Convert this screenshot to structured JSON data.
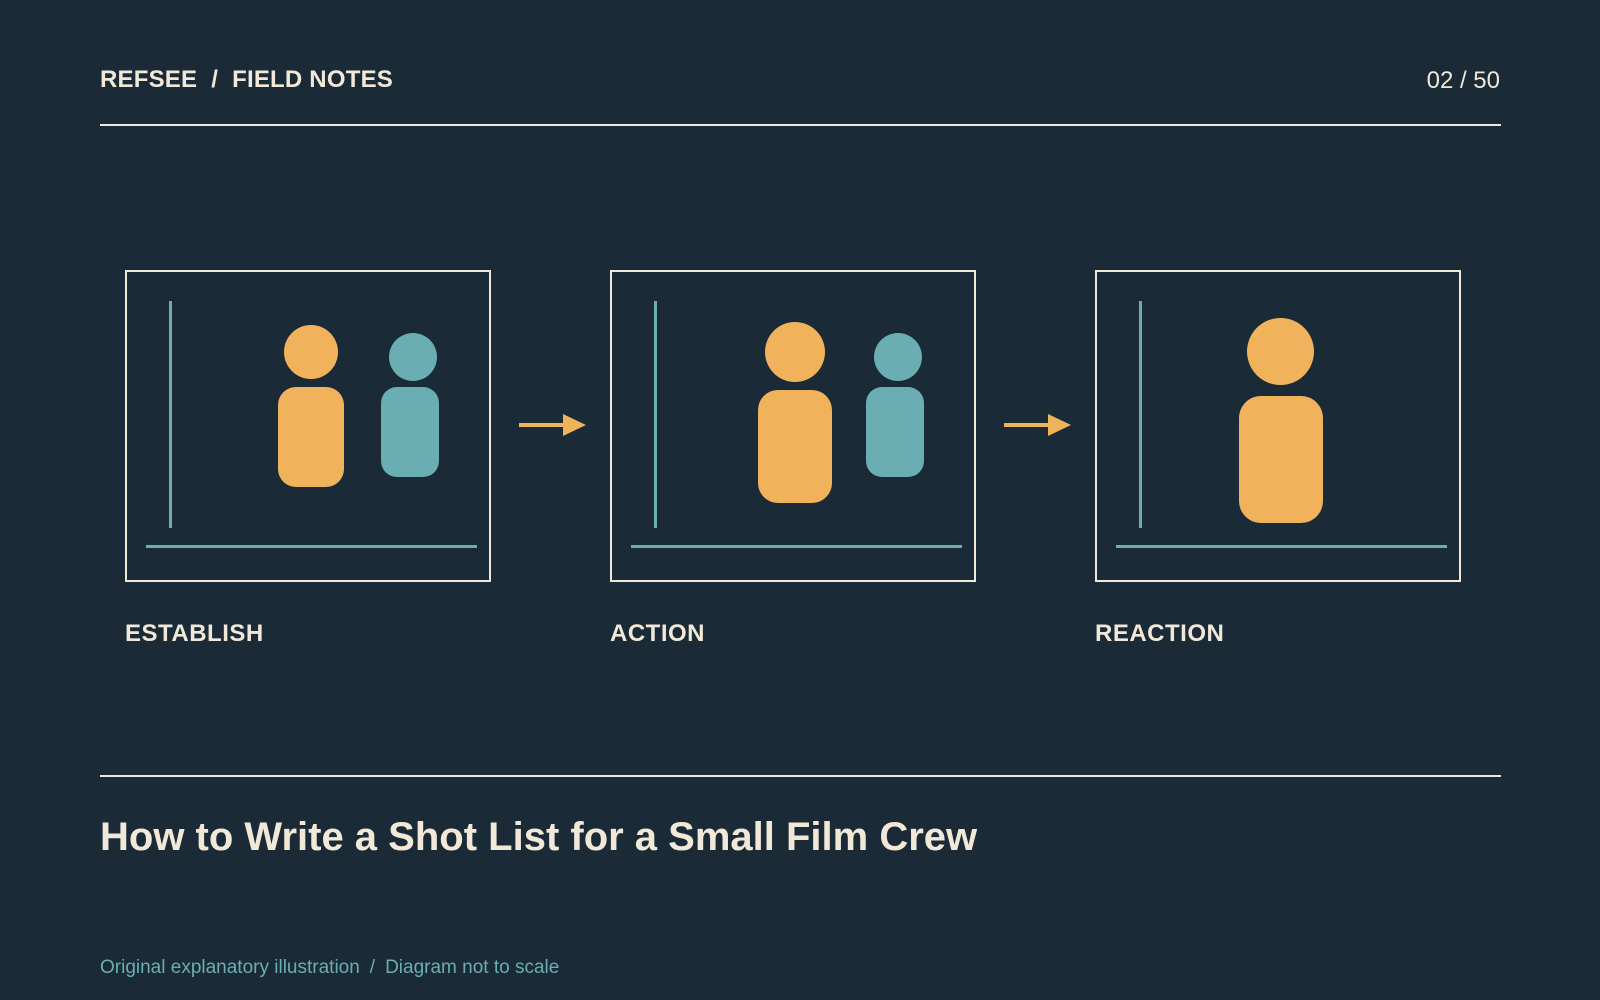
{
  "header": {
    "brand": "REFSEE",
    "separator": "/",
    "section": "FIELD NOTES",
    "page_indicator": "02 / 50"
  },
  "frames": [
    {
      "label": "ESTABLISH"
    },
    {
      "label": "ACTION"
    },
    {
      "label": "REACTION"
    }
  ],
  "title": "How to Write a Shot List for a Small Film Crew",
  "footnote": {
    "left": "Original explanatory illustration",
    "separator": "/",
    "right": "Diagram not to scale"
  },
  "colors": {
    "background": "#1a2a36",
    "foreground": "#f1e8d8",
    "accent_orange": "#f0b35b",
    "accent_teal": "#6aaeb3"
  }
}
